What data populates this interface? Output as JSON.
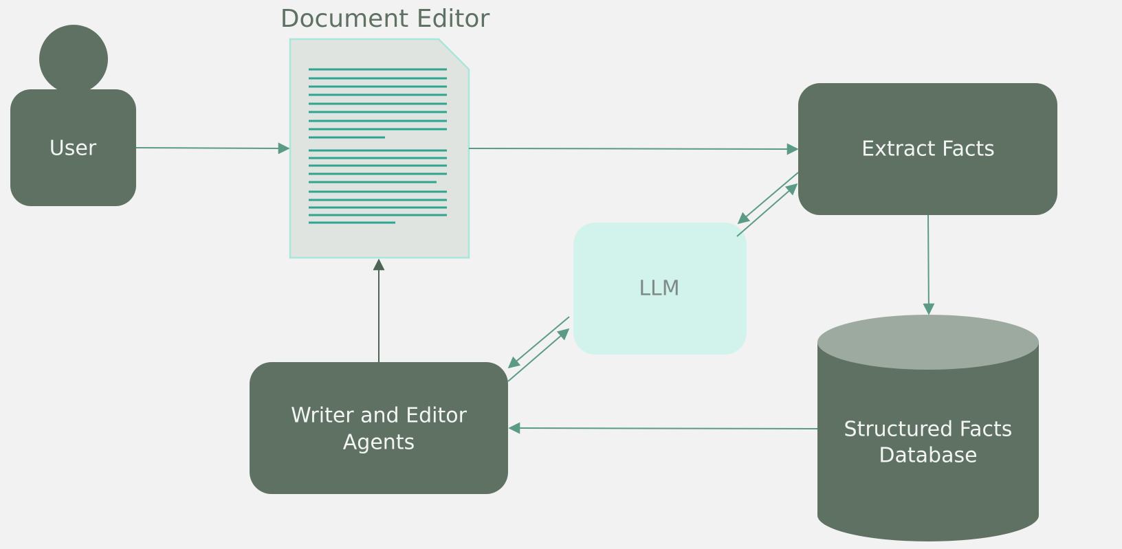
{
  "colors": {
    "background": "#f1f2f1",
    "node_fill": "#5e7163",
    "db_top": "#9daaa0",
    "llm_fill": "#d2f2ec",
    "doc_fill": "#dfe4e0",
    "doc_border": "#a9e6dc",
    "doc_lines": "#2fa58f",
    "arrow": "#5b9a84",
    "arrow_dark": "#4f6356",
    "label_light": "#f2f5f3",
    "label_muted": "#7e8a86"
  },
  "nodes": {
    "user": {
      "label": "User",
      "icon": "person-icon"
    },
    "document": {
      "title": "Document Editor",
      "icon": "document-icon"
    },
    "extract": {
      "label": "Extract Facts"
    },
    "llm": {
      "label": "LLM"
    },
    "writer": {
      "line1": "Writer and Editor",
      "line2": "Agents"
    },
    "database": {
      "line1": "Structured Facts",
      "line2": "Database",
      "icon": "database-icon"
    }
  }
}
